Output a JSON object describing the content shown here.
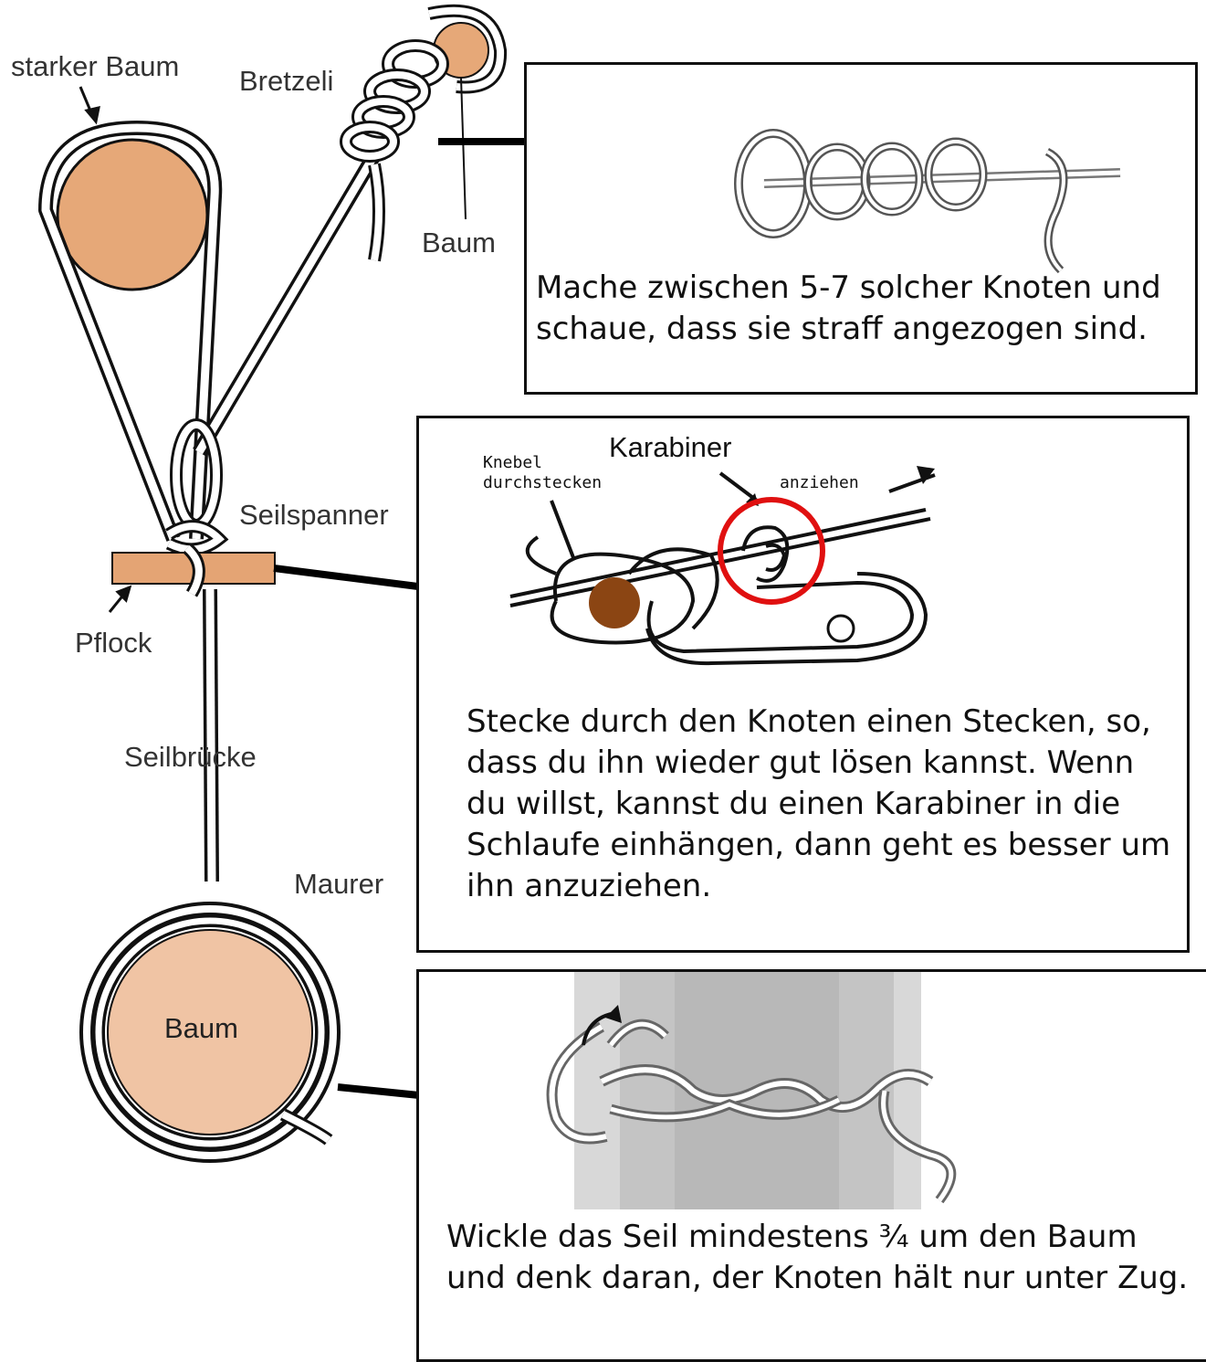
{
  "colors": {
    "tree": "#e6a878",
    "tree_light": "#f0c4a4",
    "pflock": "#e4a474",
    "stick": "#8b4513",
    "carabiner_circle": "#e01010",
    "rope": "#111111",
    "box_border": "#111111"
  },
  "labels": {
    "starker_baum": "starker Baum",
    "bretzeli": "Bretzeli",
    "baum_top": "Baum",
    "seilspanner": "Seilspanner",
    "pflock": "Pflock",
    "seilbruecke": "Seilbrücke",
    "maurer": "Maurer",
    "baum_bottom": "Baum"
  },
  "boxes": {
    "bretzeli": {
      "text": "Mache zwischen 5-7 solcher Knoten und schaue, dass sie straff angezogen sind."
    },
    "seilspanner": {
      "karabiner": "Karabiner",
      "knebel_line1": "Knebel",
      "knebel_line2": "durchstecken",
      "anziehen": "anziehen",
      "text": "Stecke durch den Knoten einen Stecken, so, dass du ihn wieder gut lösen kannst. Wenn du willst, kannst du einen Karabiner in die Schlaufe einhängen, dann geht es besser um ihn anzuziehen."
    },
    "maurer": {
      "text": "Wickle das Seil mindestens ¾ um den Baum und denk daran, der Knoten hält nur unter Zug."
    }
  },
  "icons": [
    "arrow-right-icon",
    "arrow-right-icon",
    "arrow-right-icon"
  ]
}
